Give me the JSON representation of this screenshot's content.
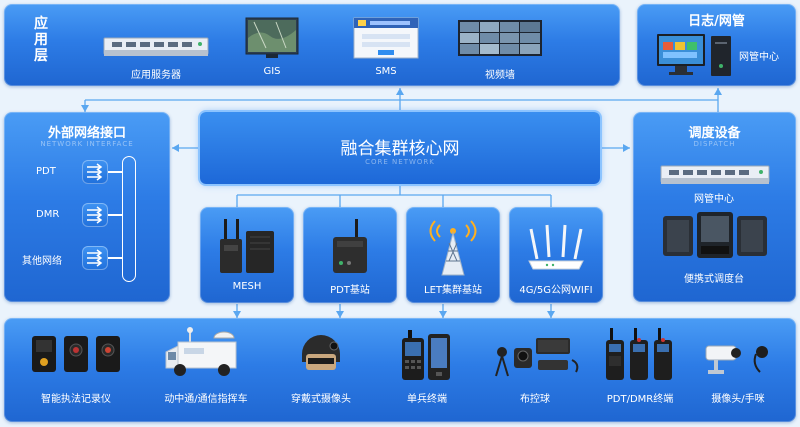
{
  "app_layer": {
    "title": "应用层",
    "items": [
      {
        "label": "应用服务器",
        "icon": "rack-server-icon"
      },
      {
        "label": "GIS",
        "icon": "map-icon"
      },
      {
        "label": "SMS",
        "icon": "sms-window-icon"
      },
      {
        "label": "视频墙",
        "icon": "video-wall-icon"
      }
    ]
  },
  "log_panel": {
    "title": "日志/网管",
    "item_label": "网管中心",
    "icon": "desktop-computer-icon"
  },
  "external_panel": {
    "title": "外部网络接口",
    "subtitle": "NETWORK INTERFACE",
    "items": [
      {
        "label": "PDT",
        "icon": "switch-icon"
      },
      {
        "label": "DMR",
        "icon": "switch-icon"
      },
      {
        "label": "其他网络",
        "icon": "switch-icon"
      }
    ]
  },
  "core": {
    "title": "融合集群核心网",
    "subtitle": "CORE NETWORK"
  },
  "dispatch_panel": {
    "title": "调度设备",
    "subtitle": "DISPATCH",
    "items": [
      {
        "label": "网管中心",
        "icon": "rack-server-icon"
      },
      {
        "label": "便携式调度台",
        "icon": "portable-console-icon"
      }
    ]
  },
  "base_stations": [
    {
      "label": "MESH",
      "icon": "mesh-radio-icon"
    },
    {
      "label": "PDT基站",
      "icon": "pdt-station-icon"
    },
    {
      "label": "LET集群基站",
      "icon": "signal-tower-icon"
    },
    {
      "label": "4G/5G公网WIFI",
      "icon": "wifi-router-icon"
    }
  ],
  "terminals": [
    {
      "label": "智能执法记录仪",
      "icon": "body-camera-icon"
    },
    {
      "label": "动中通/通信指挥车",
      "icon": "command-vehicle-icon"
    },
    {
      "label": "穿戴式摄像头",
      "icon": "helmet-camera-icon"
    },
    {
      "label": "单兵终端",
      "icon": "handheld-terminal-icon"
    },
    {
      "label": "布控球",
      "icon": "dome-camera-icon"
    },
    {
      "label": "PDT/DMR终端",
      "icon": "walkie-talkie-icon"
    },
    {
      "label": "摄像头/手咪",
      "icon": "cctv-camera-icon"
    }
  ],
  "colors": {
    "panel_top": "#4a9cf5",
    "panel_bottom": "#1f66d1",
    "connector": "#5aa7f0",
    "background": "#eaf3fc"
  }
}
